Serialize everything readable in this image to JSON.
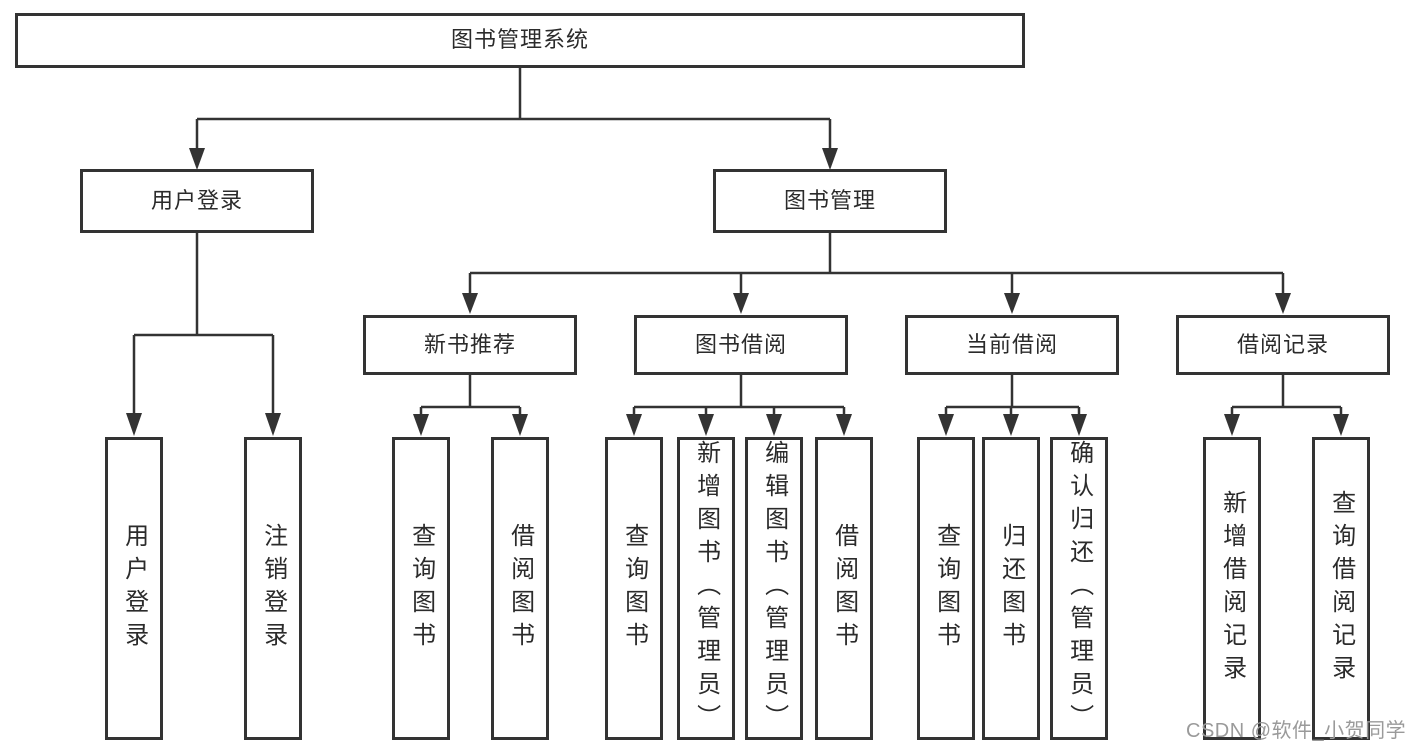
{
  "colors": {
    "line": "#333333",
    "box_border": "#333333",
    "text": "#2b2b2b",
    "watermark": "#9a9a9a",
    "background": "#ffffff"
  },
  "tree": {
    "root": {
      "label": "图书管理系统"
    },
    "branches": [
      {
        "label": "用户登录",
        "children": [
          {
            "label": "用户登录"
          },
          {
            "label": "注销登录"
          }
        ]
      },
      {
        "label": "图书管理",
        "children": [
          {
            "label": "新书推荐",
            "children": [
              {
                "label": "查询图书"
              },
              {
                "label": "借阅图书"
              }
            ]
          },
          {
            "label": "图书借阅",
            "children": [
              {
                "label": "查询图书"
              },
              {
                "label": "新增图书（管理员）"
              },
              {
                "label": "编辑图书（管理员）"
              },
              {
                "label": "借阅图书"
              }
            ]
          },
          {
            "label": "当前借阅",
            "children": [
              {
                "label": "查询图书"
              },
              {
                "label": "归还图书"
              },
              {
                "label": "确认归还（管理员）"
              }
            ]
          },
          {
            "label": "借阅记录",
            "children": [
              {
                "label": "新增借阅记录"
              },
              {
                "label": "查询借阅记录"
              }
            ]
          }
        ]
      }
    ]
  },
  "watermark": {
    "text": "CSDN @软件_小贺同学"
  }
}
